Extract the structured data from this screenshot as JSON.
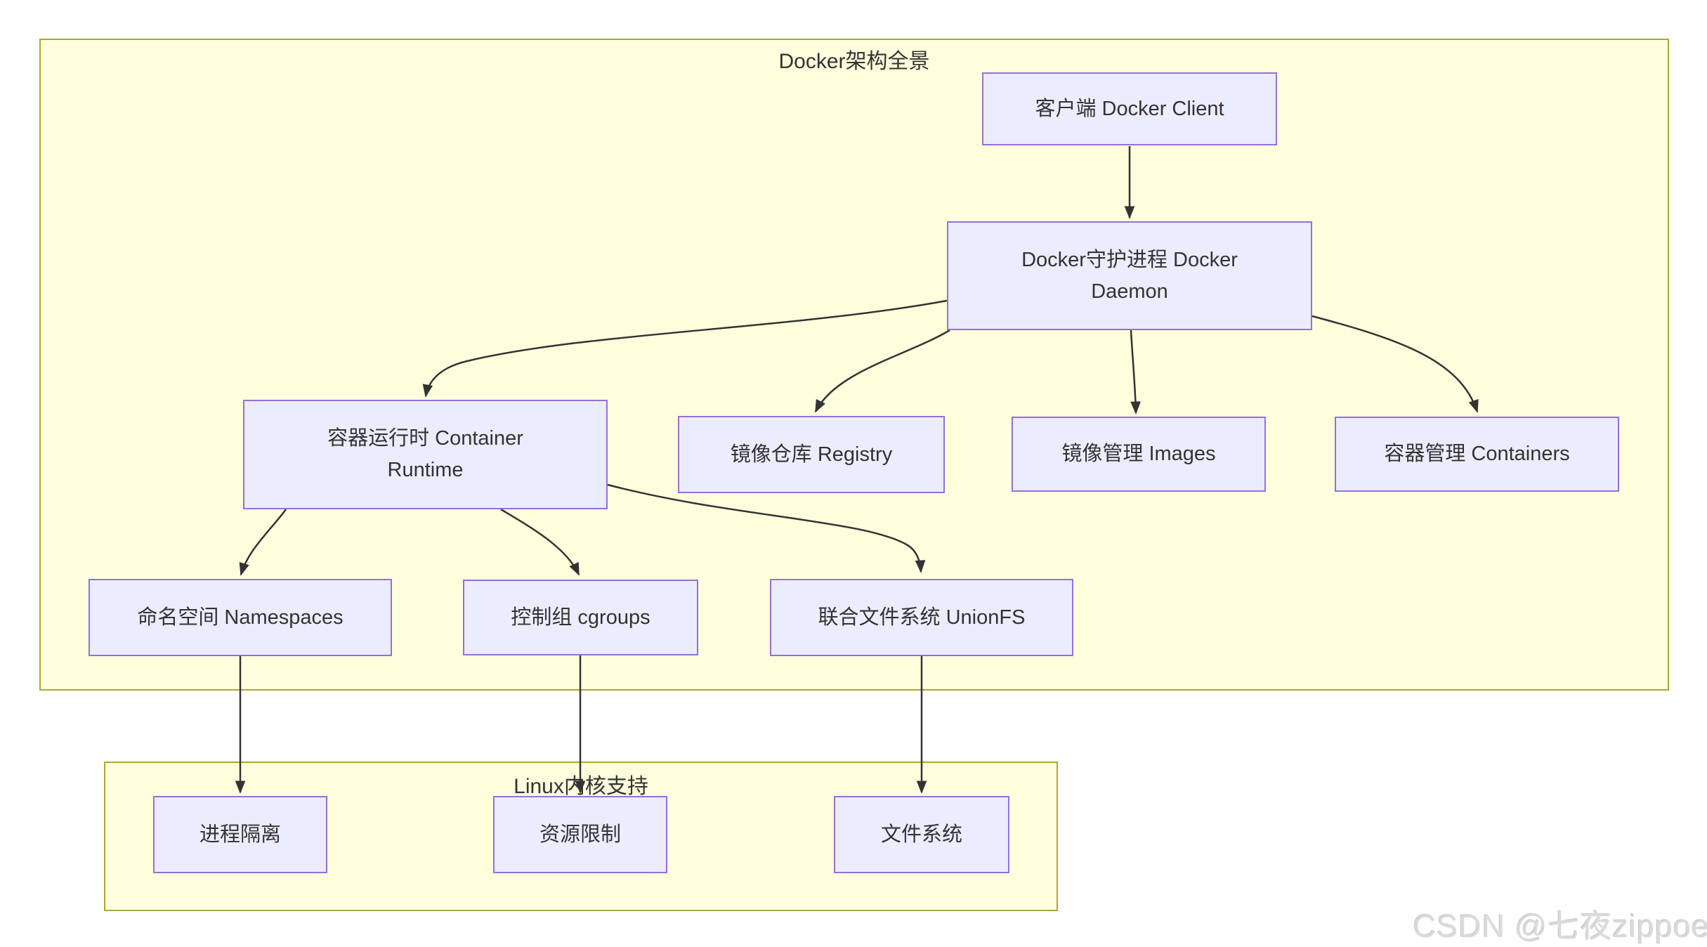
{
  "diagram": {
    "type": "flowchart",
    "clusters": {
      "docker": {
        "title": "Docker架构全景"
      },
      "kernel": {
        "title": "Linux内核支持"
      }
    },
    "nodes": {
      "client": {
        "label": "客户端 Docker Client"
      },
      "daemon": {
        "label": "Docker守护进程 Docker Daemon"
      },
      "runtime": {
        "label": "容器运行时 Container Runtime"
      },
      "registry": {
        "label": "镜像仓库 Registry"
      },
      "images": {
        "label": "镜像管理 Images"
      },
      "containers": {
        "label": "容器管理 Containers"
      },
      "namespaces": {
        "label": "命名空间 Namespaces"
      },
      "cgroups": {
        "label": "控制组 cgroups"
      },
      "unionfs": {
        "label": "联合文件系统 UnionFS"
      },
      "isolation": {
        "label": "进程隔离"
      },
      "limits": {
        "label": "资源限制"
      },
      "filesystem": {
        "label": "文件系统"
      }
    },
    "edges": [
      {
        "from": "client",
        "to": "daemon"
      },
      {
        "from": "daemon",
        "to": "runtime"
      },
      {
        "from": "daemon",
        "to": "registry"
      },
      {
        "from": "daemon",
        "to": "images"
      },
      {
        "from": "daemon",
        "to": "containers"
      },
      {
        "from": "runtime",
        "to": "namespaces"
      },
      {
        "from": "runtime",
        "to": "cgroups"
      },
      {
        "from": "runtime",
        "to": "unionfs"
      },
      {
        "from": "namespaces",
        "to": "isolation"
      },
      {
        "from": "cgroups",
        "to": "limits"
      },
      {
        "from": "unionfs",
        "to": "filesystem"
      }
    ],
    "colors": {
      "node_fill": "#ECECFF",
      "node_border": "#9370DB",
      "cluster_fill": "#FFFFDE",
      "cluster_border": "#AAAA33",
      "edge": "#333333",
      "text": "#333333"
    }
  },
  "watermark": {
    "text": "CSDN @七夜zippoe"
  }
}
